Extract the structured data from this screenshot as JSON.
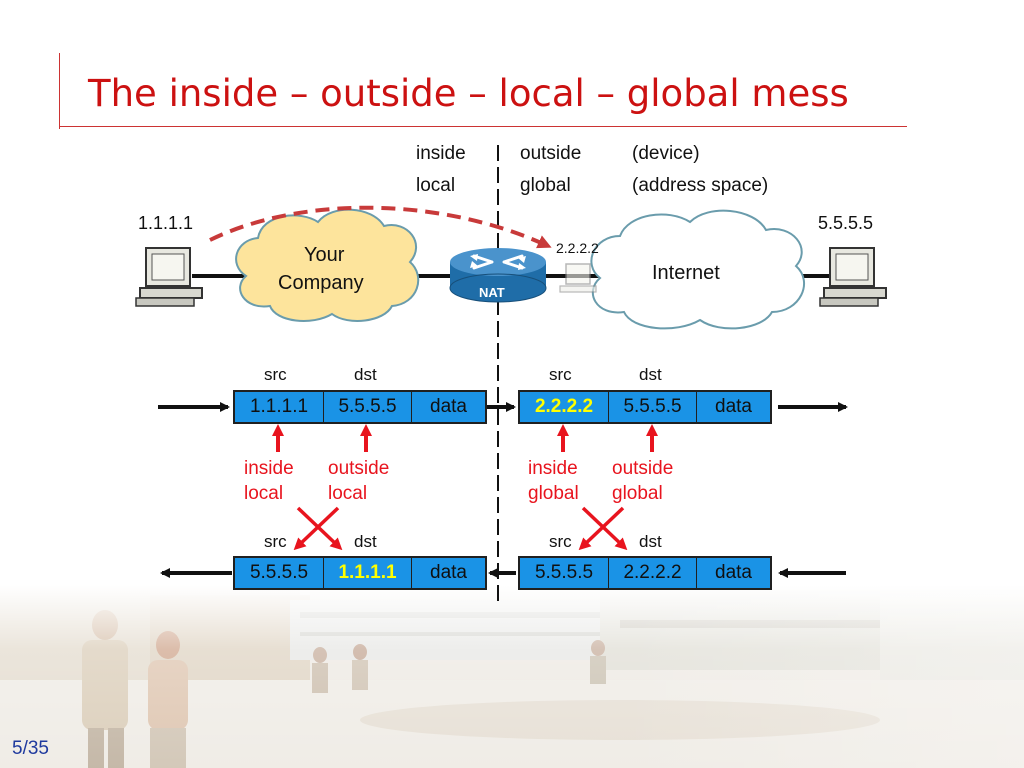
{
  "slide": {
    "title": "The inside – outside – local – global mess",
    "page_number": "5/35"
  },
  "legend": {
    "row1": [
      "inside",
      "outside",
      "(device)"
    ],
    "row2": [
      "local",
      "global",
      "(address space)"
    ]
  },
  "hosts": {
    "left_ip": "1.1.1.1",
    "right_ip": "5.5.5.5",
    "nat_outside_ip": "2.2.2.2"
  },
  "clouds": {
    "company_line1": "Your",
    "company_line2": "Company",
    "internet": "Internet"
  },
  "router": {
    "label": "NAT"
  },
  "colors": {
    "title": "#cc1111",
    "packet_fill": "#1a93e6",
    "highlight_text": "#ffff00",
    "address_label": "#e8141e",
    "company_cloud": "#fde49c",
    "internet_cloud": "#ffffff",
    "cloud_outline": "#6a9cac",
    "router": "#1f6da8",
    "dashed_arrow": "#c83a3a"
  },
  "packets": {
    "top_left": {
      "src_label": "src",
      "dst_label": "dst",
      "src": "1.1.1.1",
      "dst": "5.5.5.5",
      "data": "data"
    },
    "top_right": {
      "src_label": "src",
      "dst_label": "dst",
      "src": "2.2.2.2",
      "dst": "5.5.5.5",
      "data": "data"
    },
    "bottom_left": {
      "src_label": "src",
      "dst_label": "dst",
      "src": "5.5.5.5",
      "dst": "1.1.1.1",
      "data": "data"
    },
    "bottom_right": {
      "src_label": "src",
      "dst_label": "dst",
      "src": "5.5.5.5",
      "dst": "2.2.2.2",
      "data": "data"
    }
  },
  "address_labels": {
    "left_inside": [
      "inside",
      "local"
    ],
    "left_outside": [
      "outside",
      "local"
    ],
    "right_inside": [
      "inside",
      "global"
    ],
    "right_outside": [
      "outside",
      "global"
    ]
  }
}
